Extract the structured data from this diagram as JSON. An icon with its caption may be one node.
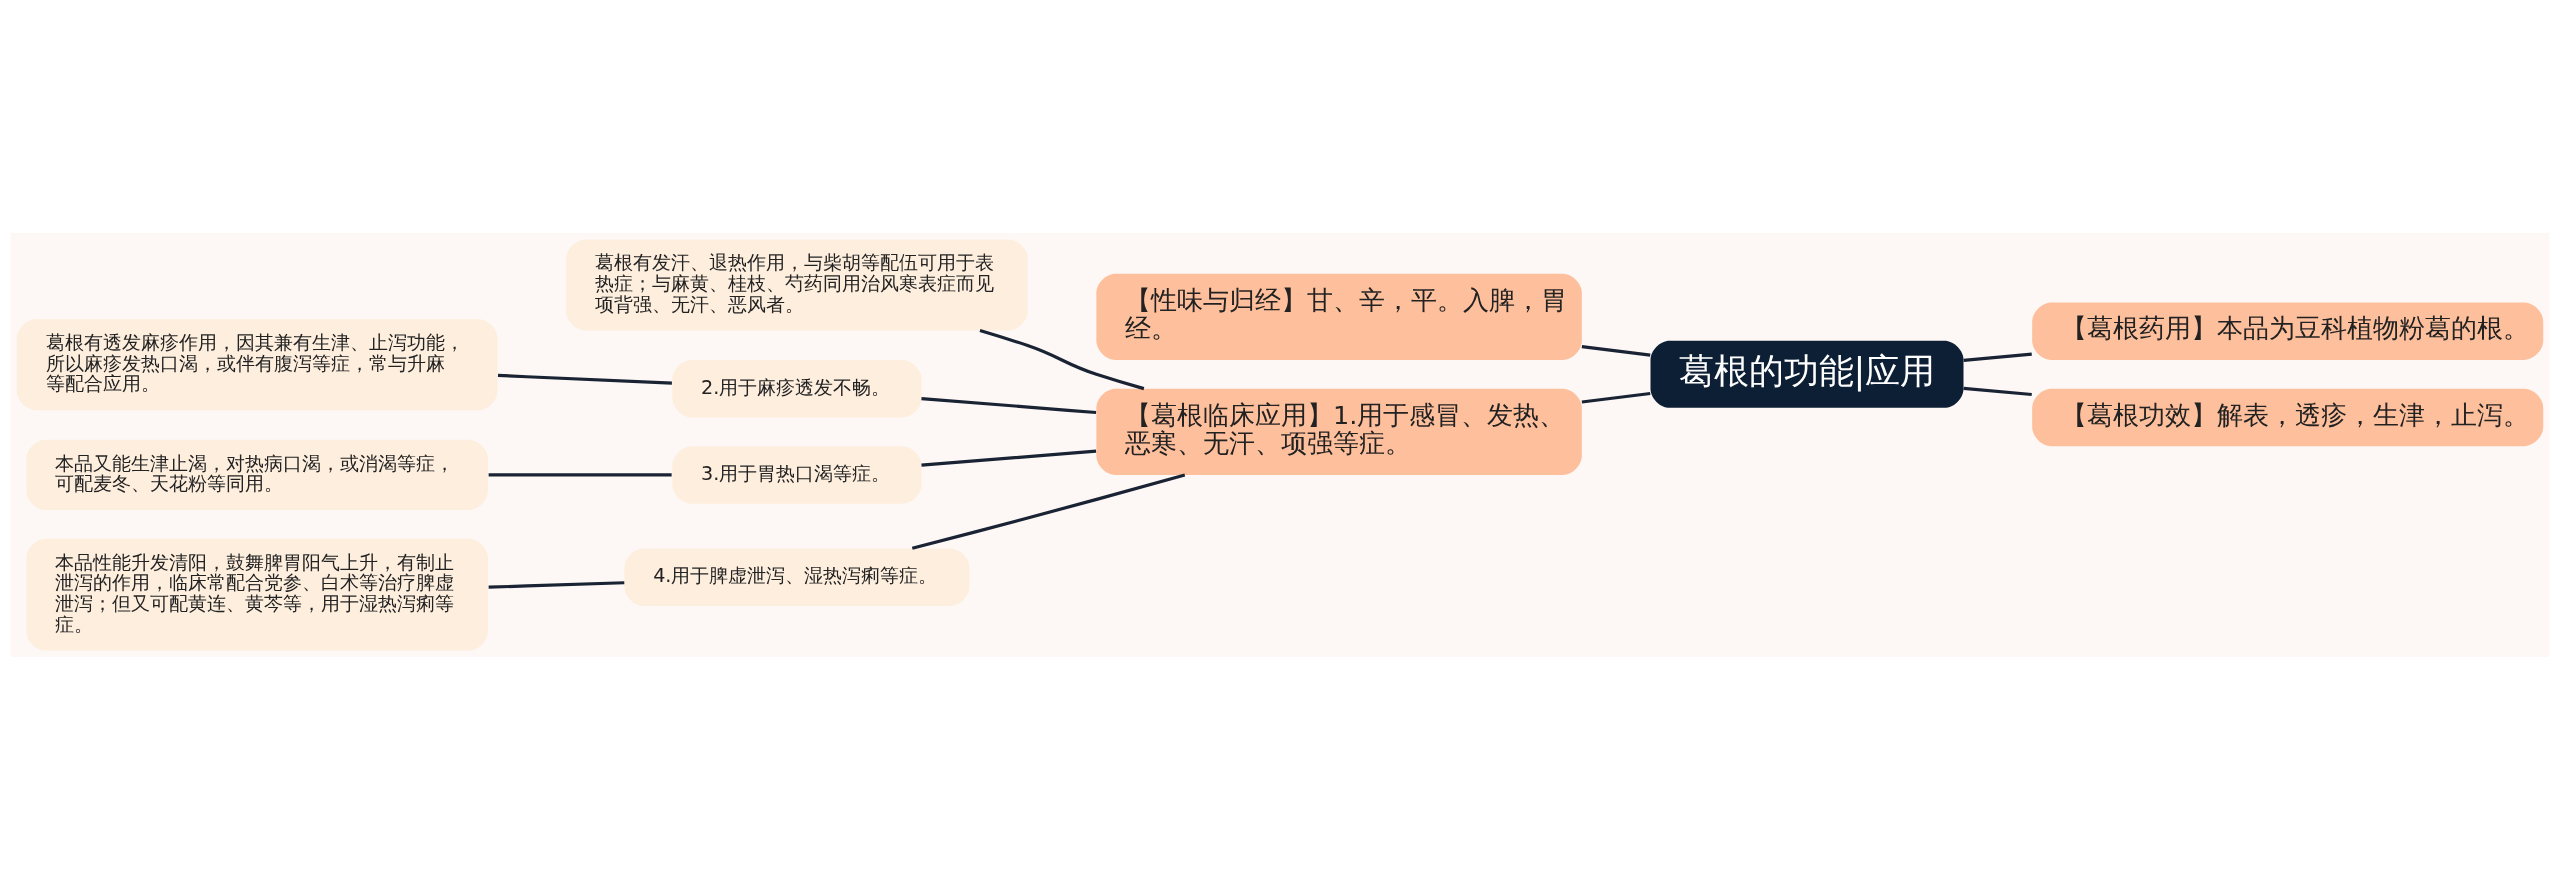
{
  "diagram": {
    "nodes": [
      {
        "text": [
          "葛根的功能|应用"
        ]
      },
      {
        "text": [
          "【性味与归经】甘、辛，平。入脾，胃经。"
        ]
      },
      {
        "text": [
          "【葛根药用】本品为豆科植物粉葛的根。"
        ]
      },
      {
        "text": [
          "【葛根功效】解表，透疹，生津，止泻。"
        ]
      },
      {
        "text": [
          "【葛根临床应用】1.用于感冒、发热、恶寒、无汗、项强等症。"
        ]
      },
      {
        "text": [
          "葛根有发汗、退热作用，与柴胡等配伍可用于表热症；与麻黄、桂枝、芍药同用治风寒表症而见项背强、无汗、恶风者。"
        ]
      },
      {
        "text": [
          "2.用于麻疹透发不畅。"
        ]
      },
      {
        "text": [
          "葛根有透发麻疹作用，因其兼有生津、止泻功能，所以麻疹发热口渴，或伴有腹泻等症，常与升麻等配合应用。"
        ]
      },
      {
        "text": [
          "3.用于胃热口渴等症。"
        ]
      },
      {
        "text": [
          "本品又能生津止渴，对热病口渴，或消渴等症，可配麦冬、天花粉等同用。"
        ]
      },
      {
        "text": [
          "4.用于脾虚泄泻、湿热泻痢等症。"
        ]
      },
      {
        "text": [
          "本品性能升发清阳，鼓舞脾胃阳气上升，有制止泄泻的作用，临床常配合党参、白术等治疗脾虚泄泻；但又可配黄连、黄芩等，用于湿热泻痢等症。"
        ]
      }
    ],
    "edges": [
      {
        "from": 0,
        "to": 1,
        "arrow": "none"
      },
      {
        "from": 0,
        "to": 2,
        "arrow": "none"
      },
      {
        "from": 0,
        "to": 3,
        "arrow": "none"
      },
      {
        "from": 0,
        "to": 4,
        "arrow": "none"
      },
      {
        "from": 4,
        "to": 5,
        "arrow": "none"
      },
      {
        "from": 4,
        "to": 6,
        "arrow": "none"
      },
      {
        "from": 4,
        "to": 8,
        "arrow": "none"
      },
      {
        "from": 4,
        "to": 10,
        "arrow": "none"
      },
      {
        "from": 6,
        "to": 7,
        "arrow": "none"
      },
      {
        "from": 8,
        "to": 9,
        "arrow": "none"
      },
      {
        "from": 10,
        "to": 11,
        "arrow": "none"
      }
    ]
  }
}
